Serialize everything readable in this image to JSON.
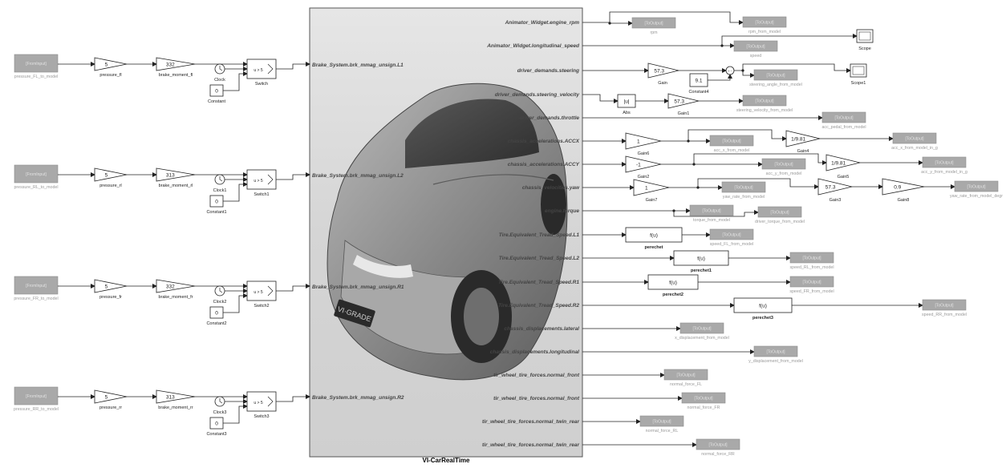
{
  "model": {
    "name": "VI-CarRealTime"
  },
  "input_rows": [
    {
      "from_label": "pressure_FL_to_model",
      "pressure_gain": "5",
      "pressure_label": "pressure_fl",
      "brake_gain": "332",
      "brake_label": "brake_moment_fl",
      "clock_label": "Clock",
      "constant_value": "0",
      "constant_label": "Constant",
      "switch_label": "Switch",
      "switch_cond": "u > 5",
      "port": "Brake_System.brk_mmag_unsign.L1"
    },
    {
      "from_label": "pressure_RL_to_model",
      "pressure_gain": "5",
      "pressure_label": "pressure_rl",
      "brake_gain": "313",
      "brake_label": "brake_moment_rl",
      "clock_label": "Clock1",
      "constant_value": "0",
      "constant_label": "Constant1",
      "switch_label": "Switch1",
      "switch_cond": "u > 5",
      "port": "Brake_System.brk_mmag_unsign.L2"
    },
    {
      "from_label": "pressure_FR_to_model",
      "pressure_gain": "5",
      "pressure_label": "pressure_fr",
      "brake_gain": "332",
      "brake_label": "brake_moment_fr",
      "clock_label": "Clock2",
      "constant_value": "0",
      "constant_label": "Constant2",
      "switch_label": "Switch2",
      "switch_cond": "u > 5",
      "port": "Brake_System.brk_mmag_unsign.R1"
    },
    {
      "from_label": "pressure_RR_to_model",
      "pressure_gain": "5",
      "pressure_label": "pressure_rr",
      "brake_gain": "313",
      "brake_label": "brake_moment_rr",
      "clock_label": "Clock3",
      "constant_value": "0",
      "constant_label": "Constant3",
      "switch_label": "Switch3",
      "switch_cond": "u > 5",
      "port": "Brake_System.brk_mmag_unsign.R2"
    }
  ],
  "output_ports": [
    "Animator_Widget.engine_rpm",
    "Animator_Widget.longitudinal_speed",
    "driver_demands.steering",
    "driver_demands.steering_velocity",
    "driver_demands.throttle",
    "chassis_accelerations.ACCX",
    "chassis_accelerations.ACCY",
    "chassis_velocities.yaw",
    "engine.torque",
    "Tire.Equivalent_Tread_Speed.L1",
    "Tire.Equivalent_Tread_Speed.L2",
    "Tire.Equivalent_Tread_Speed.R1",
    "Tire.Equivalent_Tread_Speed.R2",
    "chassis_displacements.lateral",
    "chassis_displacements.longitudinal",
    "tir_wheel_tire_forces.normal_front",
    "tir_wheel_tire_forces.normal_front",
    "tir_wheel_tire_forces.normal_twin_rear",
    "tir_wheel_tire_forces.normal_twin_rear"
  ],
  "goto_tag": "[ToOutput]",
  "from_tag": "[FromInput]",
  "goto_labels": {
    "rpm": "rpm",
    "rpm_from_model": "rpm_from_model",
    "speed": "speed",
    "steering_angle_from_model": "steering_angle_from_model",
    "steering_velocity_from_model": "steering_velocity_from_model",
    "acc_pedal_from_model": "acc_pedal_from_model",
    "acc_x_from_model": "acc_x_from_model",
    "acc_x_from_model_in_g": "acc_x_from_model_in_g",
    "acc_y_from_model": "acc_y_from_model",
    "acc_y_from_model_in_g": "acc_y_from_model_in_g",
    "yaw_rate_from_model": "yaw_rate_from_model",
    "yaw_rate_from_model_degr": "yaw_rate_from_model_degr",
    "torque_from_model": "torque_from_model",
    "driver_torque_from_model": "driver_torque_from_model",
    "speed_FL_from_model": "speed_FL_from_model",
    "speed_RL_from_model": "speed_RL_from_model",
    "speed_FR_from_model": "speed_FR_from_model",
    "speed_RR_from_model": "speed_RR_from_model",
    "x_displacement_from_model": "x_displacement_from_model",
    "y_displacement_from_model": "y_displacement_from_model",
    "normal_force_FL": "normal_force_FL",
    "normal_force_FR": "normal_force_FR",
    "normal_force_RL": "normal_force_RL",
    "normal_force_RR": "normal_force_RR"
  },
  "blocks": {
    "scope": "Scope",
    "scope1": "Scope1",
    "gain_label": "Gain",
    "gain_value": "57.3",
    "constant4_value": "9.1",
    "constant4_label": "Constant4",
    "abs_text": "|u|",
    "abs_label": "Abs",
    "gain1_value": "57.3",
    "gain1_label": "Gain1",
    "gain6_value": "1",
    "gain6_label": "Gain6",
    "gain4_value": "1/9.81",
    "gain4_label": "Gain4",
    "gain2_value": "-1",
    "gain2_label": "Gain2",
    "gain5_value": "1/9.81",
    "gain5_label": "Gain5",
    "gain7_value": "1",
    "gain7_label": "Gain7",
    "gain3_value": "57.3",
    "gain3_label": "Gain3",
    "gain8_value": "0.9",
    "gain8_label": "Gain8",
    "fcn_text": "f(u)",
    "perechet": "perechet",
    "perechet1": "perechet1",
    "perechet2": "perechet2",
    "perechet3": "perechet3",
    "sum_signs": "+ −",
    "plate_text": "VI·GRADE"
  }
}
